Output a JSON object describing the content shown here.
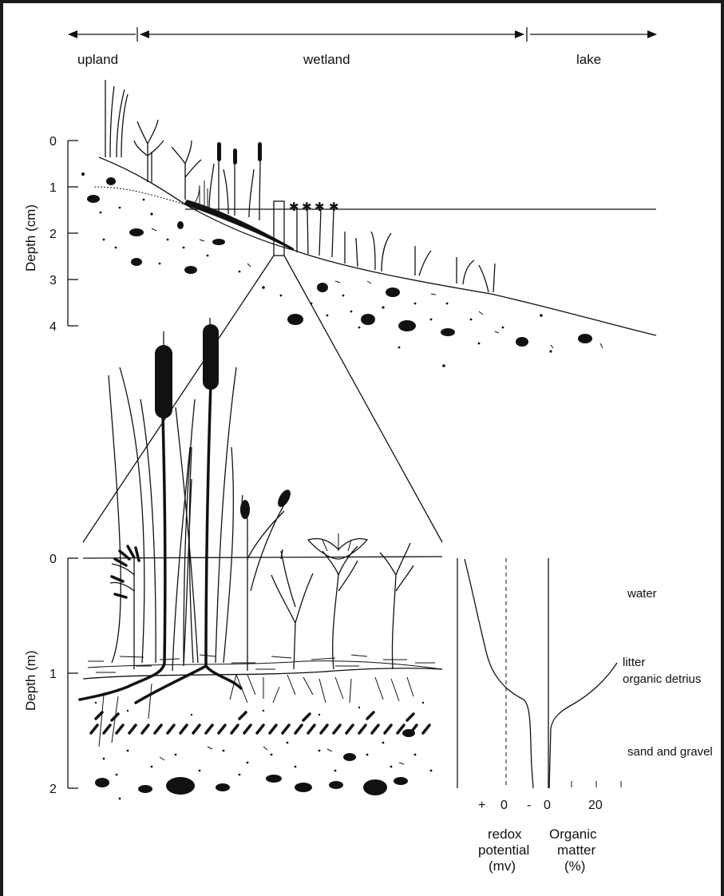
{
  "zones": {
    "upland": "upland",
    "wetland": "wetland",
    "lake": "lake"
  },
  "top_axis": {
    "label": "Depth (cm)",
    "ticks": [
      "0",
      "1",
      "2",
      "3",
      "4"
    ]
  },
  "bottom_axis": {
    "label": "Depth (m)",
    "ticks": [
      "0",
      "1",
      "2"
    ]
  },
  "layers": {
    "water": "water",
    "litter": "litter",
    "detritus": "organic detrius",
    "sand": "sand and gravel"
  },
  "redox": {
    "ticks": [
      "+",
      "0",
      "-"
    ],
    "label_1": "redox",
    "label_2": "potential",
    "label_3": "(mv)"
  },
  "organic": {
    "ticks": [
      "0",
      "20"
    ],
    "label_1": "Organic",
    "label_2": "matter",
    "label_3": "(%)"
  }
}
